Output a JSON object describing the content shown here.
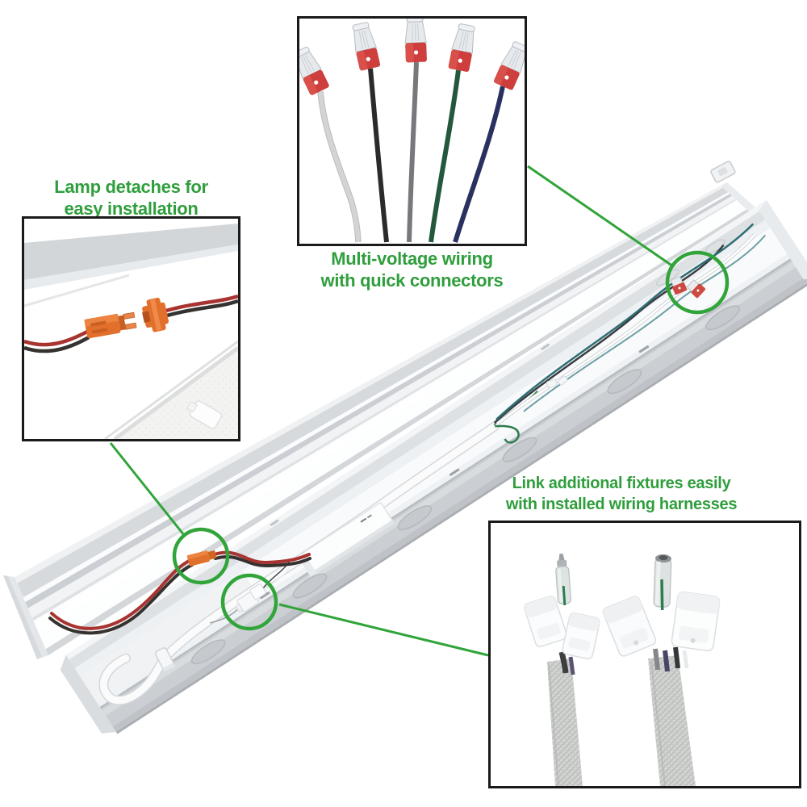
{
  "image_type": "annotated product photo of linear LED strip light fixture",
  "style": {
    "background": "#ffffff",
    "accent_green_text": "#2f9e3c",
    "accent_green_lines": "#31a43a",
    "callout_border": "#1a1a1a",
    "aluminum_light": "#d6dadd",
    "aluminum_dark": "#cbcfd3",
    "lens_white": "#fdfefe",
    "quick_connector_red": "#cd3e3c",
    "detach_connector_orange": "#e2702c",
    "harness_connector_white": "#fbfcfd",
    "braided_sleeve_gray": "#cfd2cf"
  },
  "callouts": {
    "lamp": {
      "line1": "Lamp detaches for",
      "line2": "easy installation",
      "connector_color": "#e2702c",
      "wire_colors": [
        "#a83330",
        "#35322f"
      ]
    },
    "wiring": {
      "line1": "Multi-voltage wiring",
      "line2": "with quick connectors",
      "connector_color": "#cd3e3c",
      "wire_colors": [
        "#c9c9cb",
        "#2b2b2d",
        "#77787c",
        "#24583c",
        "#2a3160"
      ]
    },
    "link": {
      "line1": "Link additional fixtures easily",
      "line2": "with installed wiring harnesses",
      "connector_color": "#fbfcfd",
      "sleeve_color": "#cfd2cf"
    }
  }
}
